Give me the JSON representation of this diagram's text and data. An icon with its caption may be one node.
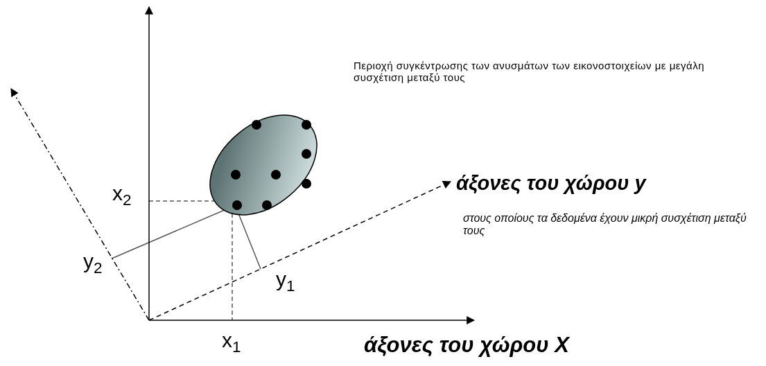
{
  "diagram": {
    "labels": [
      "Περιοχή συγκέντρωσης των ανυσμάτων των εικονοστοιχείων με μεγάλη συσχέτιση μεταξύ τους",
      "x$_{2}$",
      "άξονες του χώρου y",
      "στους οποίους τα δεδομένα έχουν μικρή συσχέτιση μεταξύ τους",
      "y$_{2}$",
      "y$_{1}$",
      "x$_{1}$",
      "άξονες του χώρου X"
    ]
  }
}
